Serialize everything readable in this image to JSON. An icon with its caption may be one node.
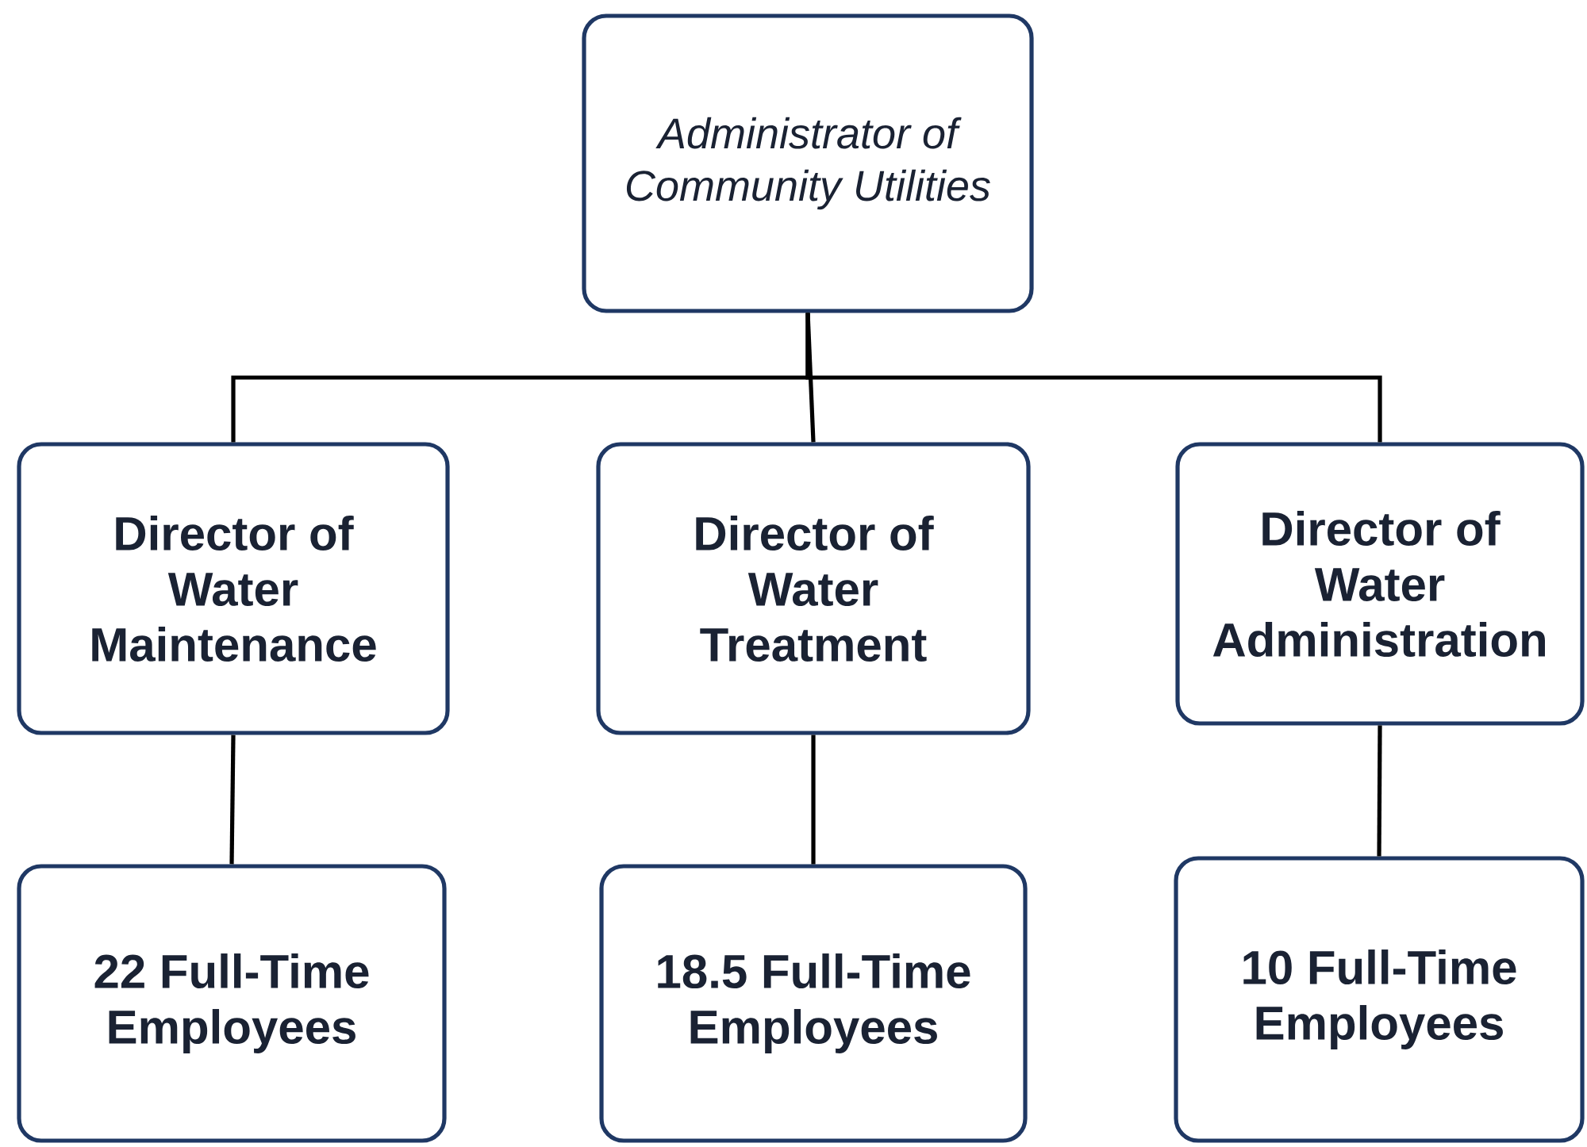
{
  "diagram": {
    "nodes": [
      {
        "text": [
          "Administrator of Community Utilities"
        ]
      },
      {
        "text": [
          "Director of Water Maintenance"
        ]
      },
      {
        "text": [
          "Director of Water Treatment"
        ]
      },
      {
        "text": [
          "Director of Water Administration"
        ]
      },
      {
        "text": [
          "22 Full-Time Employees"
        ]
      },
      {
        "text": [
          "18.5 Full-Time Employees"
        ]
      },
      {
        "text": [
          "10 Full-Time Employees"
        ]
      }
    ],
    "edges": [
      {
        "from": 0,
        "to": 1,
        "arrow": "none"
      },
      {
        "from": 0,
        "to": 2,
        "arrow": "none"
      },
      {
        "from": 0,
        "to": 3,
        "arrow": "none"
      },
      {
        "from": 1,
        "to": 4,
        "arrow": "none"
      },
      {
        "from": 2,
        "to": 5,
        "arrow": "none"
      },
      {
        "from": 3,
        "to": 6,
        "arrow": "none"
      }
    ]
  }
}
